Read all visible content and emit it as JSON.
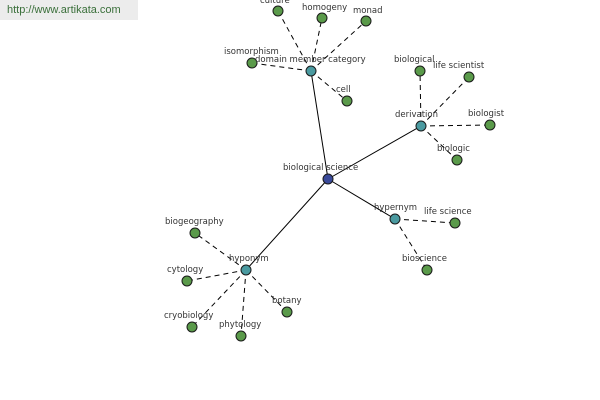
{
  "watermark": {
    "url": "http://www.artikata.com"
  },
  "colors": {
    "leaf": "#5a9a4a",
    "relation": "#4a9aa0",
    "root": "#3a4a9a",
    "edge": "#000000"
  },
  "graph": {
    "root": {
      "id": "root",
      "label": "biological science"
    },
    "relations": [
      {
        "id": "domain",
        "label": "domain member category",
        "leaves": [
          "culture",
          "homogeny",
          "monad",
          "isomorphism",
          "cell"
        ]
      },
      {
        "id": "derivation",
        "label": "derivation",
        "leaves": [
          "biological",
          "life scientist",
          "biologist",
          "biologic"
        ]
      },
      {
        "id": "hypernym",
        "label": "hypernym",
        "leaves": [
          "life science",
          "bioscience"
        ]
      },
      {
        "id": "hyponym",
        "label": "hyponym",
        "leaves": [
          "biogeography",
          "cytology",
          "cryobiology",
          "phytology",
          "botany"
        ]
      }
    ]
  }
}
